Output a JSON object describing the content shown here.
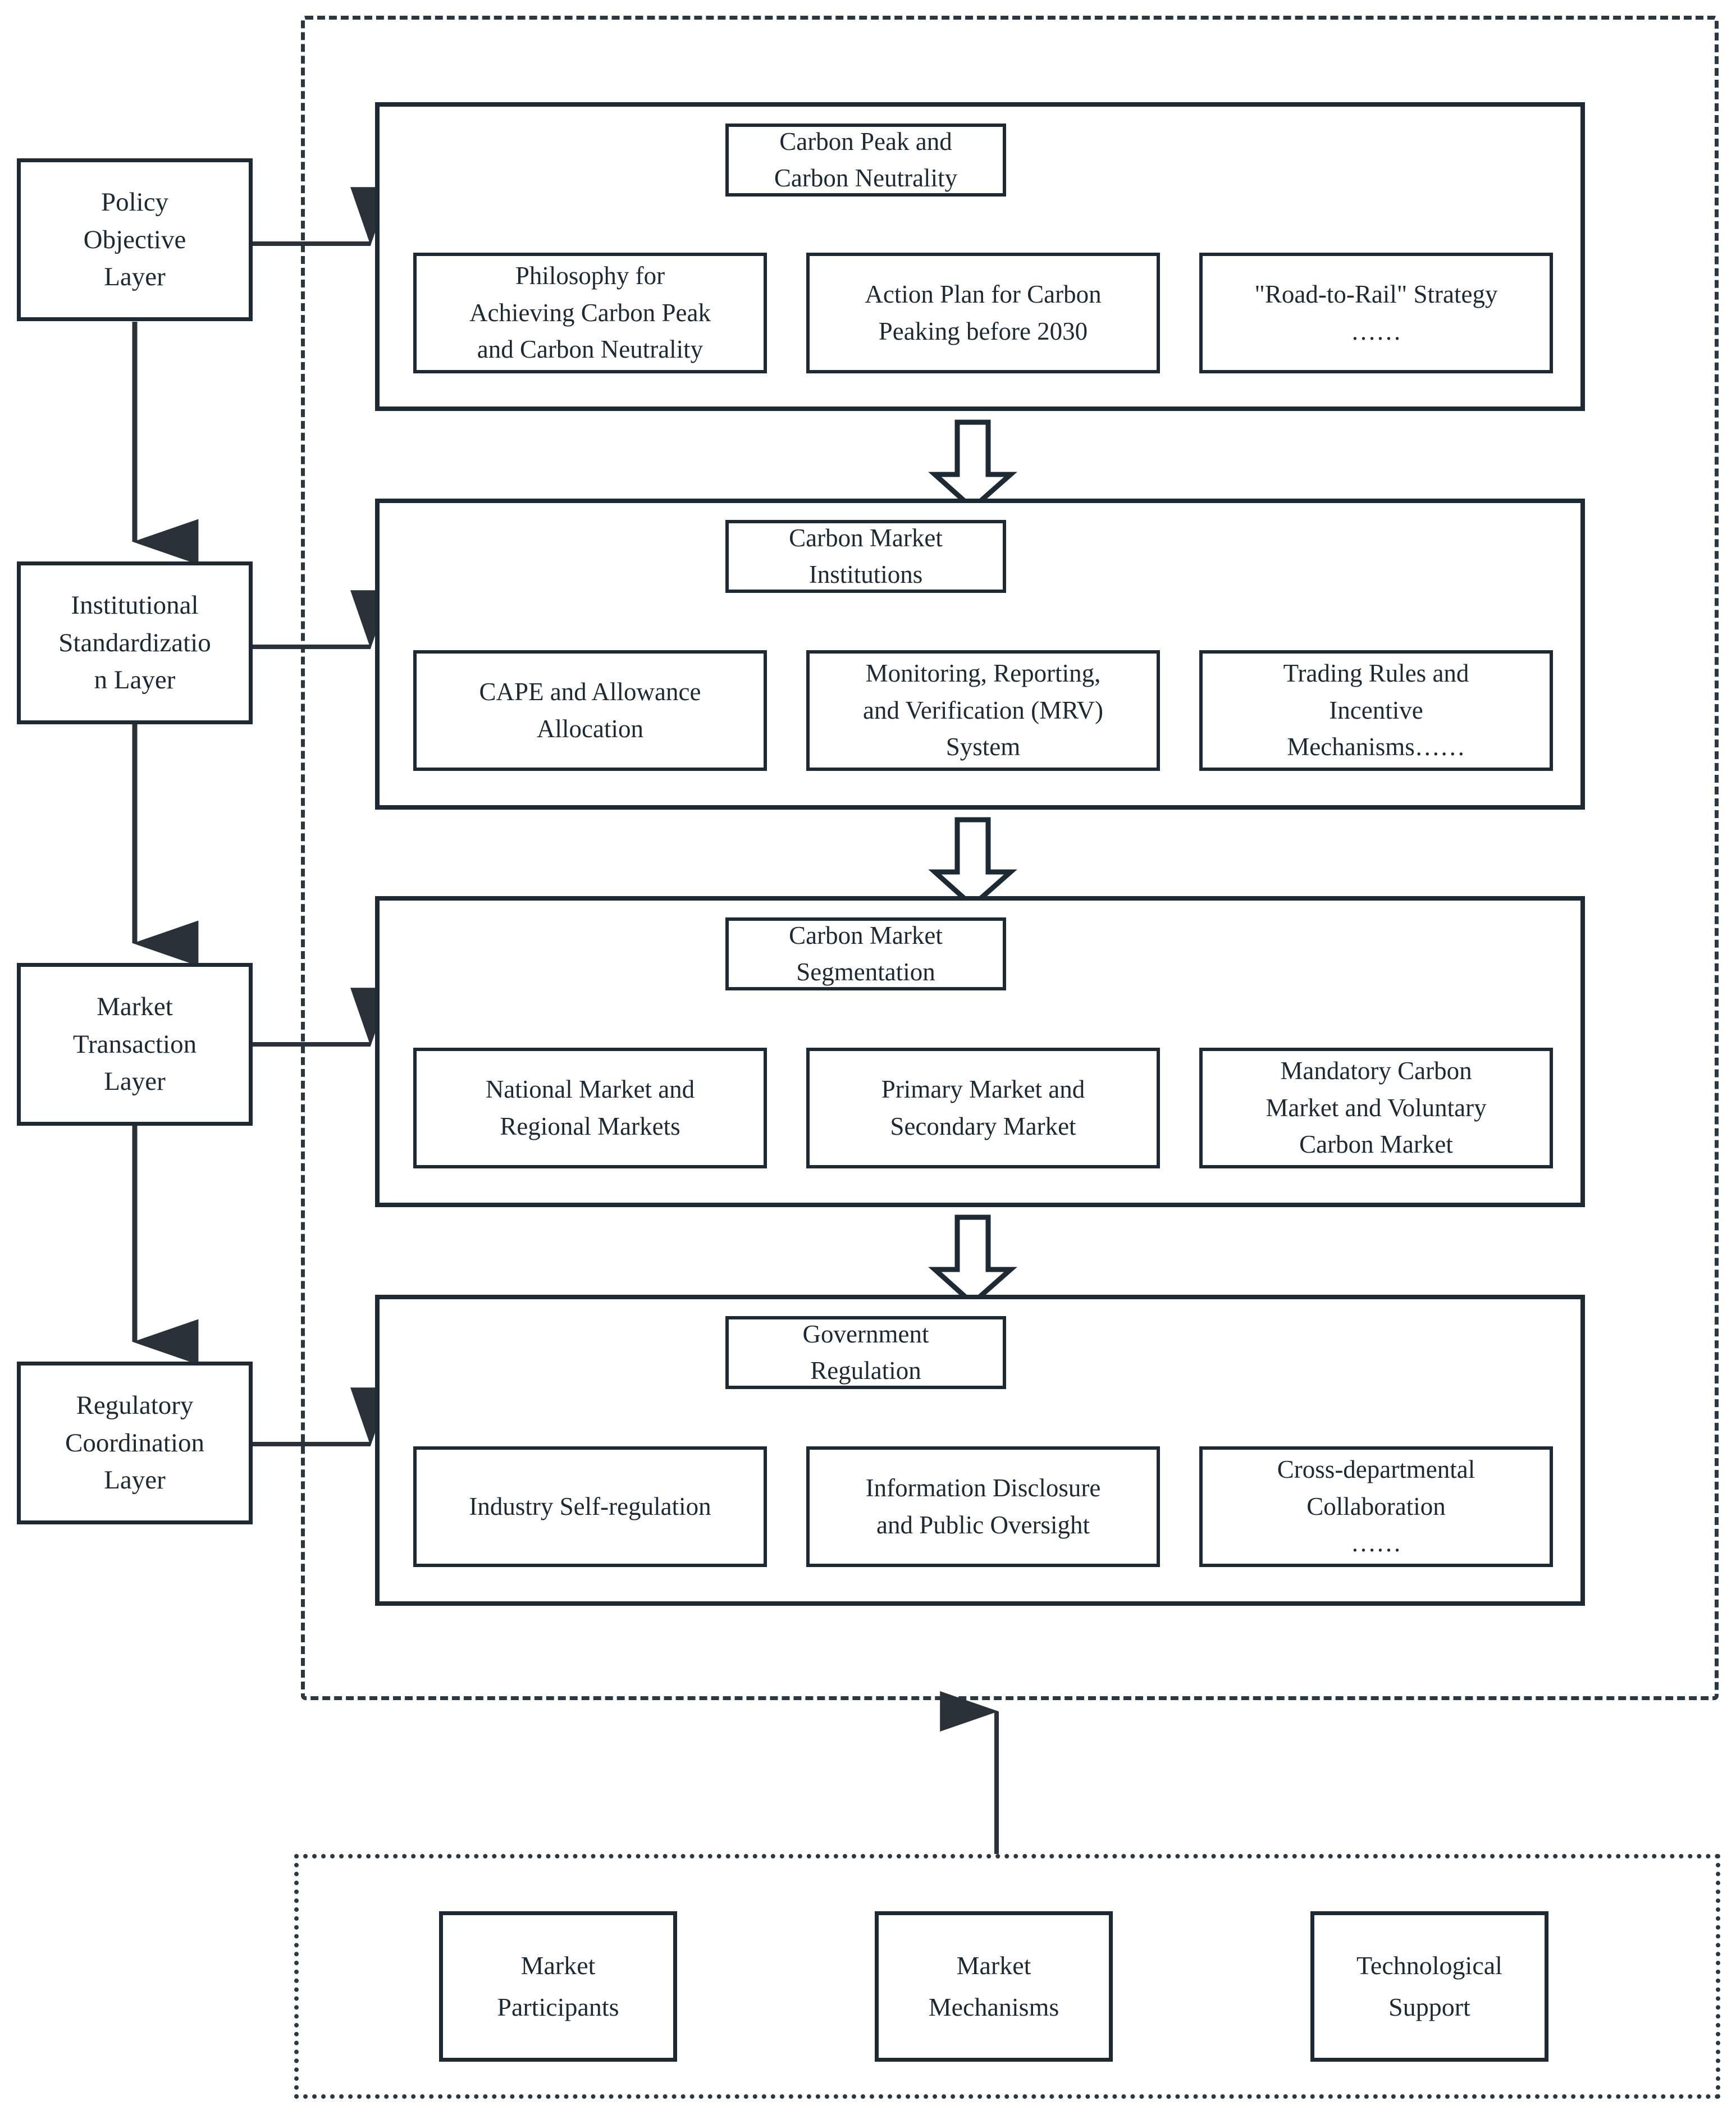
{
  "diagram": {
    "title_present": false,
    "colors": {
      "line": "#1e2a33",
      "dash_border": "#2b3842",
      "box_fill": "#ffffff",
      "page_bg": "#ffffff"
    },
    "spine": {
      "items": [
        {
          "label": "Policy\nObjective\nLayer"
        },
        {
          "label": "Institutional\nStandardizatio\nn Layer"
        },
        {
          "label": "Market\nTransaction\nLayer"
        },
        {
          "label": "Regulatory\nCoordination\nLayer"
        }
      ]
    },
    "panels": [
      {
        "head": "Carbon Peak and\nCarbon Neutrality",
        "children": [
          "Philosophy for\nAchieving Carbon Peak\nand Carbon Neutrality",
          "Action Plan for Carbon\nPeaking before 2030",
          "\"Road-to-Rail\" Strategy\n……"
        ]
      },
      {
        "head": "Carbon Market\nInstitutions",
        "children": [
          "CAPE and Allowance\nAllocation",
          "Monitoring, Reporting,\nand Verification (MRV)\nSystem",
          "Trading Rules and\nIncentive\nMechanisms……"
        ]
      },
      {
        "head": "Carbon Market\nSegmentation",
        "children": [
          "National Market and\nRegional Markets",
          "Primary Market and\nSecondary Market",
          "Mandatory Carbon\nMarket and Voluntary\nCarbon Market"
        ]
      },
      {
        "head": "Government\nRegulation",
        "children": [
          "Industry Self-regulation",
          "Information Disclosure\nand Public Oversight",
          "Cross-departmental\nCollaboration\n……"
        ]
      }
    ],
    "foundation": {
      "items": [
        {
          "label": "Market\nParticipants"
        },
        {
          "label": "Market\nMechanisms"
        },
        {
          "label": "Technological\nSupport"
        }
      ]
    }
  }
}
